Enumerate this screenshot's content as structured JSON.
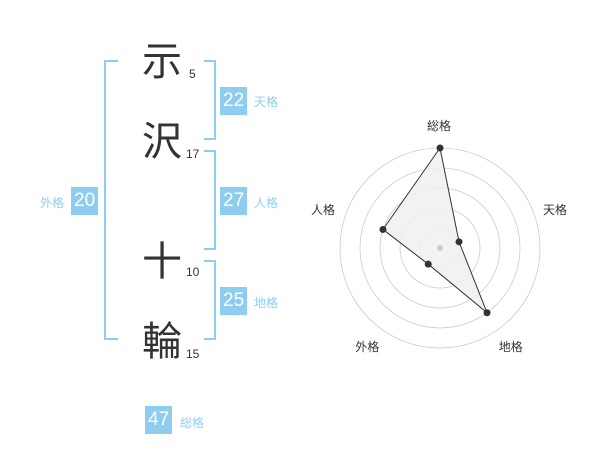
{
  "name": {
    "characters": [
      {
        "char": "示",
        "strokes": "5"
      },
      {
        "char": "沢",
        "strokes": "17"
      },
      {
        "char": "十",
        "strokes": "10"
      },
      {
        "char": "輪",
        "strokes": "15"
      }
    ]
  },
  "kakusu": {
    "tenkaku": {
      "label": "天格",
      "value": "22"
    },
    "jinkaku": {
      "label": "人格",
      "value": "27"
    },
    "chikaku": {
      "label": "地格",
      "value": "25"
    },
    "gaikaku": {
      "label": "外格",
      "value": "20"
    },
    "soukaku": {
      "label": "総格",
      "value": "47"
    }
  },
  "chart_data": {
    "type": "radar",
    "axes": [
      "総格",
      "天格",
      "地格",
      "外格",
      "人格"
    ],
    "values": [
      5,
      1,
      4,
      1,
      3
    ],
    "max": 5,
    "rings": 5,
    "colors": {
      "fill": "#f0f0f0",
      "line": "#333333",
      "grid": "#cccccc",
      "point": "#333333",
      "center": "#cccccc"
    }
  }
}
